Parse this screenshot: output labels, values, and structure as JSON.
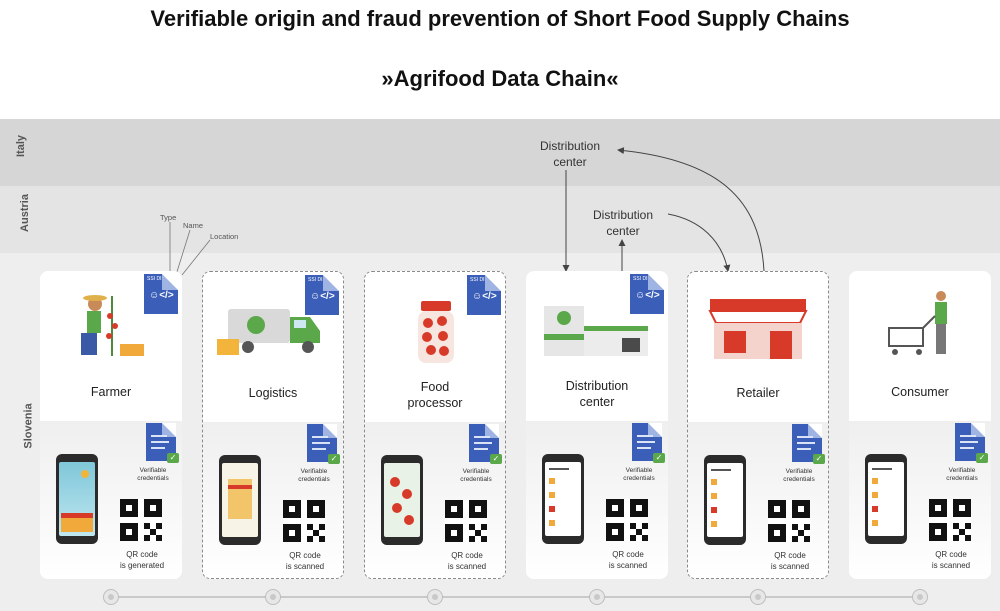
{
  "title": "Verifiable origin and fraud prevention of Short Food Supply Chains",
  "subtitle": "»Agrifood Data Chain«",
  "countries": [
    "Italy",
    "Austria",
    "Slovenia"
  ],
  "hubs": {
    "italy": "Distribution\ncenter",
    "austria": "Distribution\ncenter"
  },
  "farmer_attrs": [
    "Type",
    "Name",
    "Location"
  ],
  "ssi_tag": "SSI DID",
  "vc_label": "Verifiable\ncredentials",
  "stages": [
    {
      "label": "Farmer",
      "qr": "QR code\nis generated"
    },
    {
      "label": "Logistics",
      "qr": "QR code\nis scanned"
    },
    {
      "label": "Food\nprocessor",
      "qr": "QR code\nis scanned"
    },
    {
      "label": "Distribution\ncenter",
      "qr": "QR code\nis scanned"
    },
    {
      "label": "Retailer",
      "qr": "QR code\nis scanned"
    },
    {
      "label": "Consumer",
      "qr": "QR code\nis scanned"
    }
  ],
  "colors": {
    "accent": "#3b5fb8",
    "check": "#5aa84a",
    "band_italy": "#d6d6d6",
    "band_austria": "#e4e4e4",
    "band_slovenia": "#eeeeee"
  }
}
